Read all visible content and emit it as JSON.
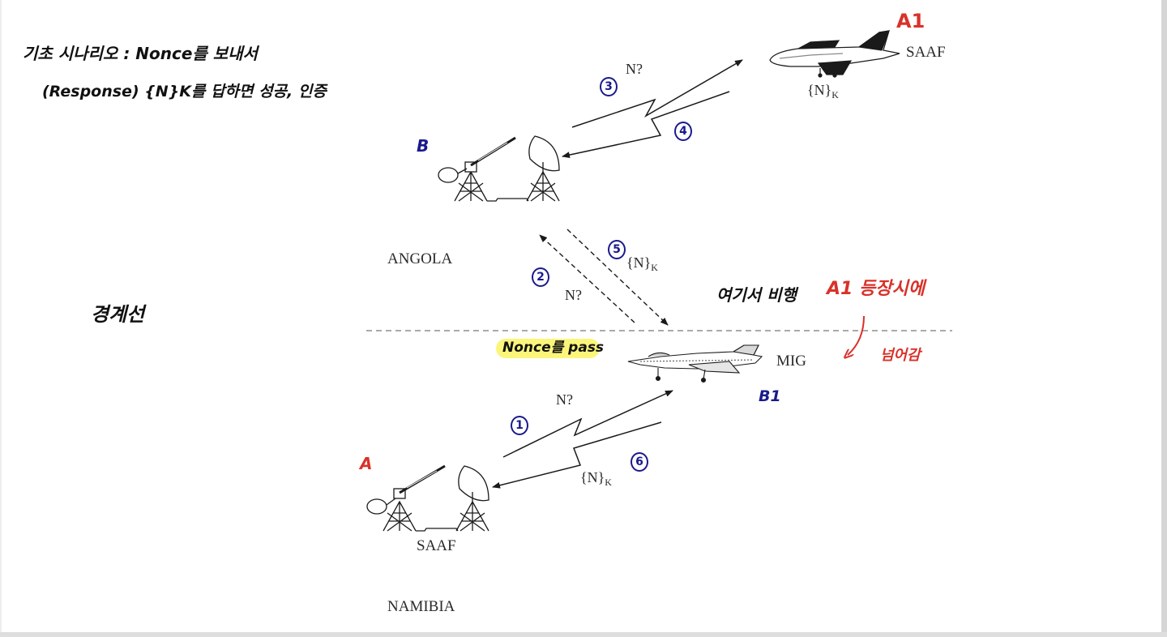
{
  "notes": {
    "top_line1": "기초 시나리오 : Nonce를 보내서",
    "top_line2": "(Response) {N}K를 답하면 성공, 인증",
    "boundary": "경계선",
    "fly_note": "여기서 비행",
    "a1_note": "A1 등장시에",
    "a1_note2": "넘어감",
    "nonce_note": "Nonce를 pass"
  },
  "labels": {
    "saaf_top": "SAAF",
    "saaf_bottom": "SAAF",
    "angola": "ANGOLA",
    "namibia": "NAMIBIA",
    "mig": "MIG",
    "n_q_top": "N?",
    "nk_top": "{N}",
    "n_q_mid": "N?",
    "nk_mid": "{N}",
    "n_q_bottom": "N?",
    "nk_bottom": "{N}",
    "k": "K"
  },
  "marks": {
    "a1": "A1",
    "b": "B",
    "b1": "B1",
    "a": "A"
  },
  "steps": [
    "1",
    "2",
    "3",
    "4",
    "5",
    "6"
  ],
  "colors": {
    "ink": "#2a2a2a",
    "handwriting_black": "#111111",
    "handwriting_blue": "#1a1a8c",
    "handwriting_red": "#d8322a",
    "highlight": "#fbf67a"
  }
}
